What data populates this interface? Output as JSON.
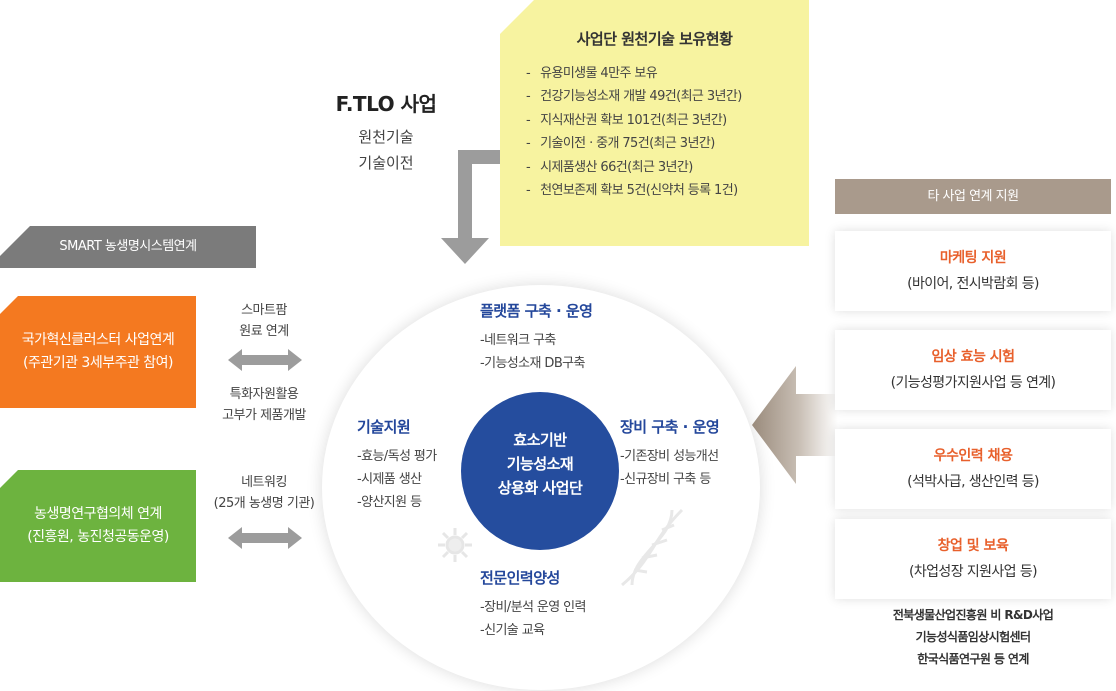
{
  "ftlo": {
    "title": "F.TLO 사업",
    "lines": [
      "원천기술",
      "기술이전"
    ]
  },
  "holdings": {
    "title": "사업단 원천기술 보유현황",
    "items": [
      "유용미생물 4만주 보유",
      "건강기능성소재 개발 49건(최근 3년간)",
      "지식재산권 확보 101건(최근 3년간)",
      "기술이전 · 중개 75건(최근 3년간)",
      "시제품생산 66건(최근 3년간)",
      "천연보존제 확보 5건(신약처 등록 1건)"
    ]
  },
  "smart": {
    "header": "SMART 농생명시스템연계",
    "orange": {
      "lines": [
        "국가혁신클러스터 사업연계",
        "(주관기관 3세부주관 참여)"
      ]
    },
    "green": {
      "lines": [
        "농생명연구협의체 연계",
        "(진흥원, 농진청공동운영)"
      ]
    },
    "arrow1_top": [
      "스마트팜",
      "원료 연계"
    ],
    "arrow1_bottom": [
      "특화자원활용",
      "고부가 제품개발"
    ],
    "arrow2_top": [
      "네트워킹",
      "(25개 농생명 기관)"
    ]
  },
  "center": {
    "lines": [
      "효소기반",
      "기능성소재",
      "상용화 사업단"
    ]
  },
  "sections": {
    "platform": {
      "title": "플랫폼 구축 · 운영",
      "items": [
        "-네트워크 구축",
        "-기능성소재 DB구축"
      ]
    },
    "tech": {
      "title": "기술지원",
      "items": [
        "-효능/독성 평가",
        "-시제품 생산",
        "-양산지원 등"
      ]
    },
    "equip": {
      "title": "장비 구축 · 운영",
      "items": [
        "-기존장비 성능개선",
        "-신규장비 구축 등"
      ]
    },
    "training": {
      "title": "전문인력양성",
      "items": [
        "-장비/분석 운영 인력",
        "-신기술 교육"
      ]
    }
  },
  "right": {
    "header": "타 사업 연계 지원",
    "cards": [
      {
        "title": "마케팅 지원",
        "sub": "(바이어, 전시박람회 등)"
      },
      {
        "title": "임상 효능 시험",
        "sub": "(기능성평가지원사업 등 연계)"
      },
      {
        "title": "우수인력 채용",
        "sub": "(석박사급, 생산인력 등)"
      },
      {
        "title": "창업 및 보육",
        "sub": "(차업성장 지원사업 등)"
      }
    ],
    "footer": [
      "전북생물산업진흥원 비 R&D사업",
      "기능성식품임상시험센터",
      "한국식품연구원 등 연계"
    ]
  },
  "colors": {
    "center_blue": "#254d9e",
    "section_title_blue": "#24479b",
    "holdings_yellow": "#f7f3a0",
    "orange": "#f47920",
    "green": "#6db33f",
    "smart_gray": "#7b7b7b",
    "right_header": "#a99a8c",
    "card_title_orange": "#e8602c"
  }
}
